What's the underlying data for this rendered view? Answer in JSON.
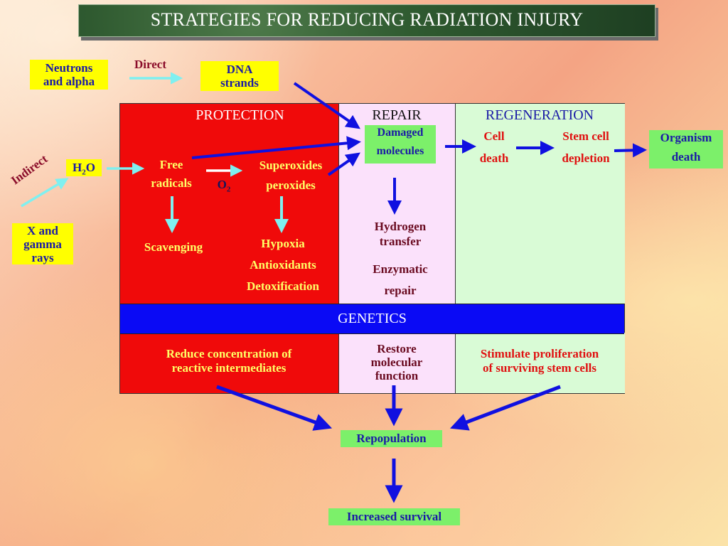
{
  "title": "STRATEGIES FOR REDUCING RADIATION INJURY",
  "left": {
    "neutrons_line1": "Neutrons",
    "neutrons_line2": "and alpha",
    "direct": "Direct",
    "dna_line1": "DNA",
    "dna_line2": "strands",
    "indirect": "Indirect",
    "h2o_h": "H",
    "h2o_sub": "2",
    "h2o_o": "O",
    "xray_line1": "X and",
    "xray_line2": "gamma",
    "xray_line3": "rays"
  },
  "protection": {
    "heading": "PROTECTION",
    "free_line1": "Free",
    "free_line2": "radicals",
    "o2_o": "O",
    "o2_sub": "2",
    "super_line1": "Superoxides",
    "super_line2": "peroxides",
    "scavenging": "Scavenging",
    "hypoxia": "Hypoxia",
    "antioxidants": "Antioxidants",
    "detox": "Detoxification",
    "genetics_line1": "Reduce concentration of",
    "genetics_line2": "reactive intermediates"
  },
  "repair": {
    "heading": "REPAIR",
    "damaged_line1": "Damaged",
    "damaged_line2": "molecules",
    "hydrogen_line1": "Hydrogen",
    "hydrogen_line2": "transfer",
    "enzymatic_line1": "Enzymatic",
    "enzymatic_line2": "repair",
    "genetics_line1": "Restore",
    "genetics_line2": "molecular",
    "genetics_line3": "function"
  },
  "regeneration": {
    "heading": "REGENERATION",
    "cell_line1": "Cell",
    "cell_line2": "death",
    "stem_line1": "Stem cell",
    "stem_line2": "depletion",
    "genetics_line1": "Stimulate proliferation",
    "genetics_line2": "of surviving stem cells"
  },
  "genetics": "GENETICS",
  "organism_line1": "Organism",
  "organism_line2": "death",
  "repopulation": "Repopulation",
  "increased_survival": "Increased survival",
  "colors": {
    "protection": "#f00a0a",
    "repair": "#fbe1fb",
    "regeneration": "#d9fbd6",
    "genetics_bar": "#0a0af5",
    "arrow_blue": "#1010e0",
    "arrow_cyan": "#7ff0f0"
  }
}
